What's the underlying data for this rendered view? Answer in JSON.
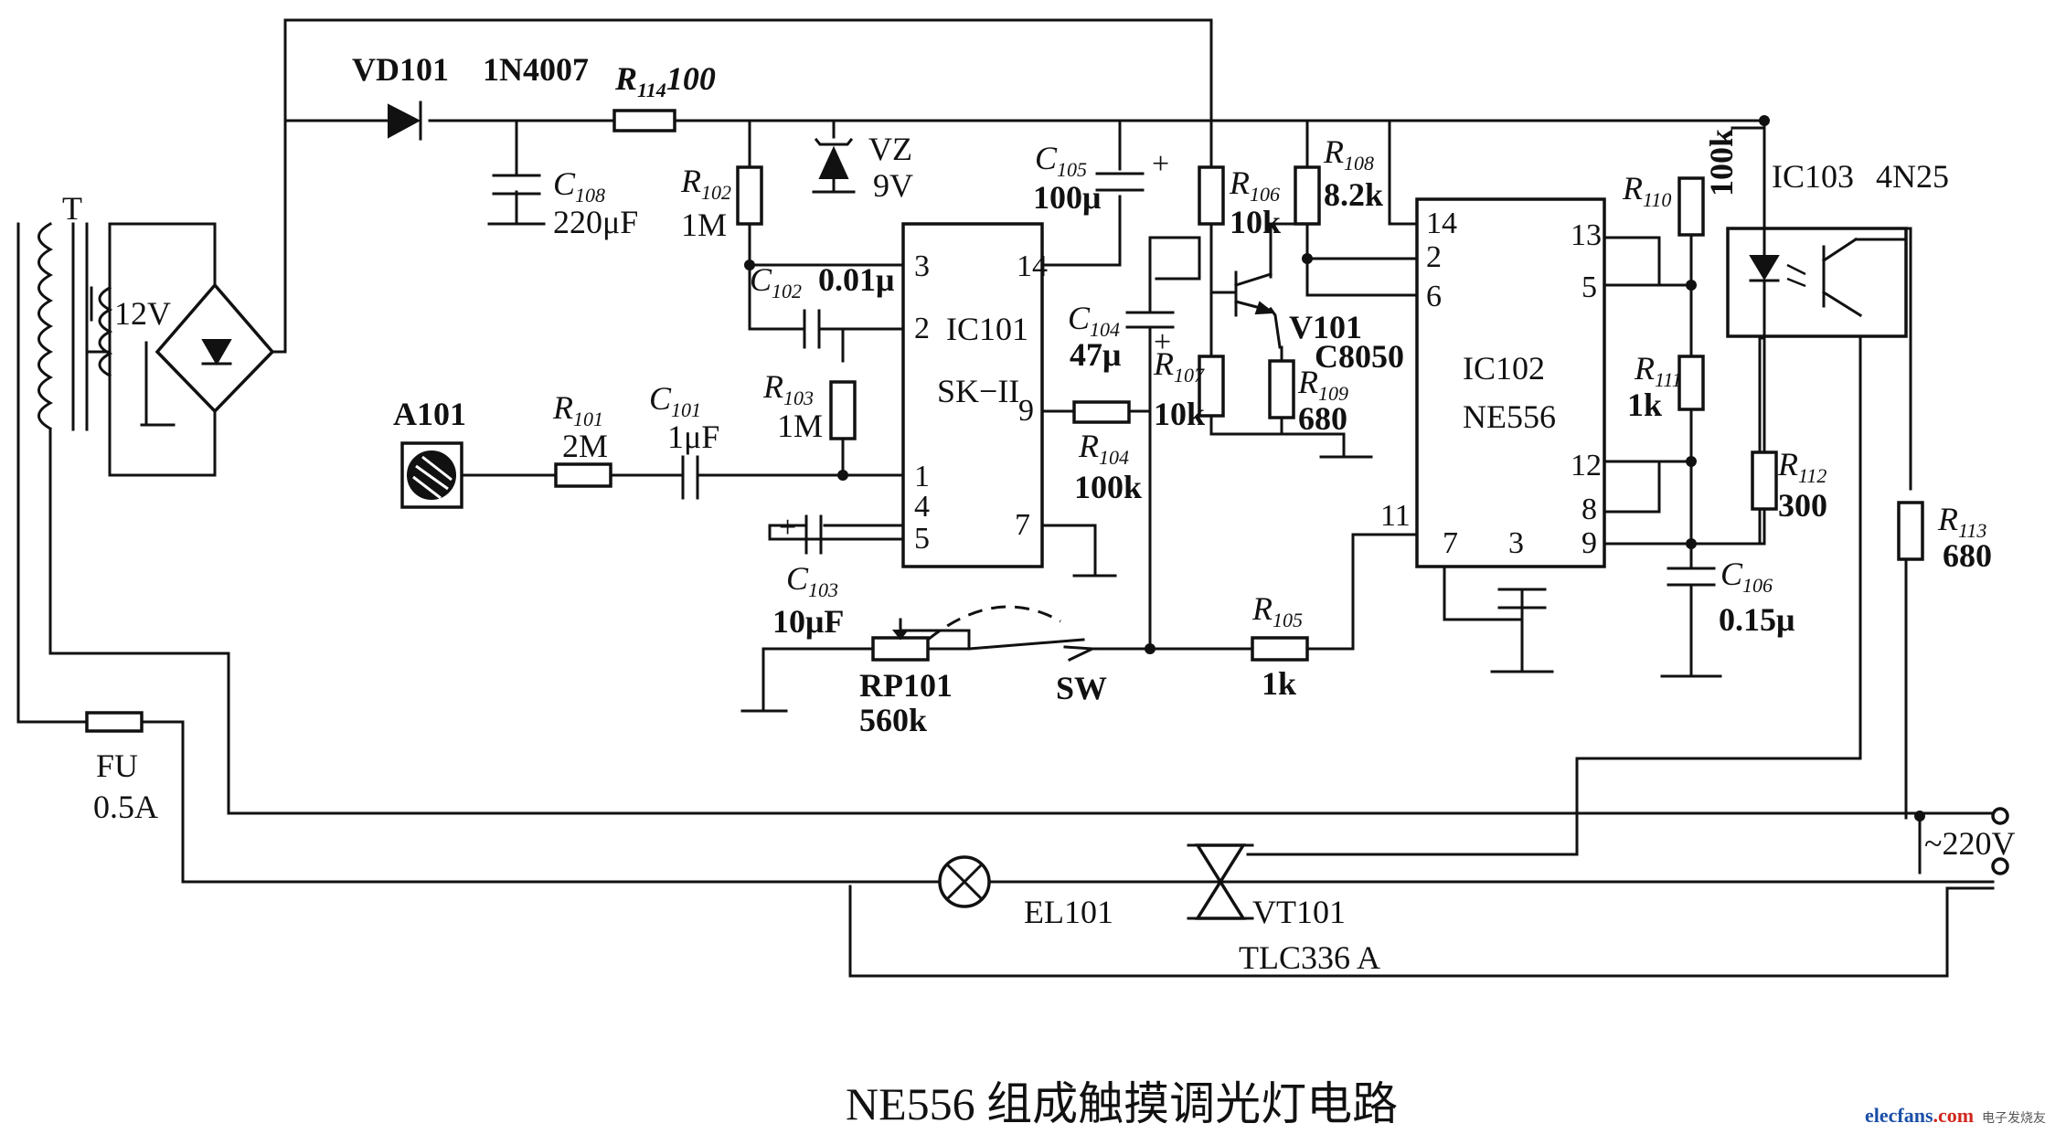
{
  "caption": "NE556 组成触摸调光灯电路",
  "watermark": {
    "brand": "elecfans",
    "domain": ".com",
    "tagline": "电子发烧友"
  },
  "colors": {
    "ink": "#111111",
    "paper": "#ffffff",
    "brand_blue": "#1a4fa8",
    "brand_red": "#d0271d"
  },
  "components": {
    "transformer": {
      "ref": "T",
      "secondary": "12V"
    },
    "vd101": {
      "ref": "VD101",
      "part": "1N4007"
    },
    "r114": {
      "ref": "R",
      "sub": "114",
      "value": "100"
    },
    "c108": {
      "ref": "C",
      "sub": "108",
      "value": "220μF"
    },
    "r102": {
      "ref": "R",
      "sub": "102",
      "value": "1M"
    },
    "vz": {
      "ref": "VZ",
      "value": "9V"
    },
    "c105": {
      "ref": "C",
      "sub": "105",
      "value": "100μ",
      "polarity": "+"
    },
    "r106": {
      "ref": "R",
      "sub": "106",
      "value": "10k"
    },
    "r108": {
      "ref": "R",
      "sub": "108",
      "value": "8.2k"
    },
    "c102": {
      "ref": "C",
      "sub": "102",
      "value": "0.01μ"
    },
    "ic101": {
      "ref": "IC101",
      "part": "SK−II"
    },
    "c104": {
      "ref": "C",
      "sub": "104",
      "value": "47μ",
      "polarity": "+"
    },
    "r107": {
      "ref": "R",
      "sub": "107",
      "value": "10k"
    },
    "v101": {
      "ref": "V101",
      "part": "C8050"
    },
    "r109": {
      "ref": "R",
      "sub": "109",
      "value": "680"
    },
    "ic102": {
      "ref": "IC102",
      "part": "NE556"
    },
    "r110": {
      "ref": "R",
      "sub": "110",
      "value": "100k"
    },
    "ic103": {
      "ref": "IC103",
      "part": "4N25"
    },
    "r111": {
      "ref": "R",
      "sub": "111",
      "value": "1k"
    },
    "r112": {
      "ref": "R",
      "sub": "112",
      "value": "300"
    },
    "r113": {
      "ref": "R",
      "sub": "113",
      "value": "680"
    },
    "a101": {
      "ref": "A101"
    },
    "r101": {
      "ref": "R",
      "sub": "101",
      "value": "2M"
    },
    "c101": {
      "ref": "C",
      "sub": "101",
      "value": "1μF"
    },
    "r103": {
      "ref": "R",
      "sub": "103",
      "value": "1M"
    },
    "r104": {
      "ref": "R",
      "sub": "104",
      "value": "100k"
    },
    "c103": {
      "ref": "C",
      "sub": "103",
      "value": "10μF",
      "polarity": "+"
    },
    "rp101": {
      "ref": "RP101",
      "value": "560k"
    },
    "sw": {
      "ref": "SW"
    },
    "r105": {
      "ref": "R",
      "sub": "105",
      "value": "1k"
    },
    "c106": {
      "ref": "C",
      "sub": "106",
      "value": "0.15μ"
    },
    "fu": {
      "ref": "FU",
      "value": "0.5A"
    },
    "supply": {
      "label": "~220V"
    },
    "el101": {
      "ref": "EL101"
    },
    "vt101": {
      "ref": "VT101",
      "part": "TLC336 A"
    }
  },
  "ic101_pins": {
    "p3": "3",
    "p14": "14",
    "p2": "2",
    "p1": "1",
    "p4": "4",
    "p5": "5",
    "p9": "9",
    "p7": "7"
  },
  "ic102_pins": {
    "p14": "14",
    "p2": "2",
    "p6": "6",
    "p13": "13",
    "p5": "5",
    "p12": "12",
    "p8": "8",
    "p9": "9",
    "p11": "11",
    "p7": "7",
    "p3": "3"
  }
}
